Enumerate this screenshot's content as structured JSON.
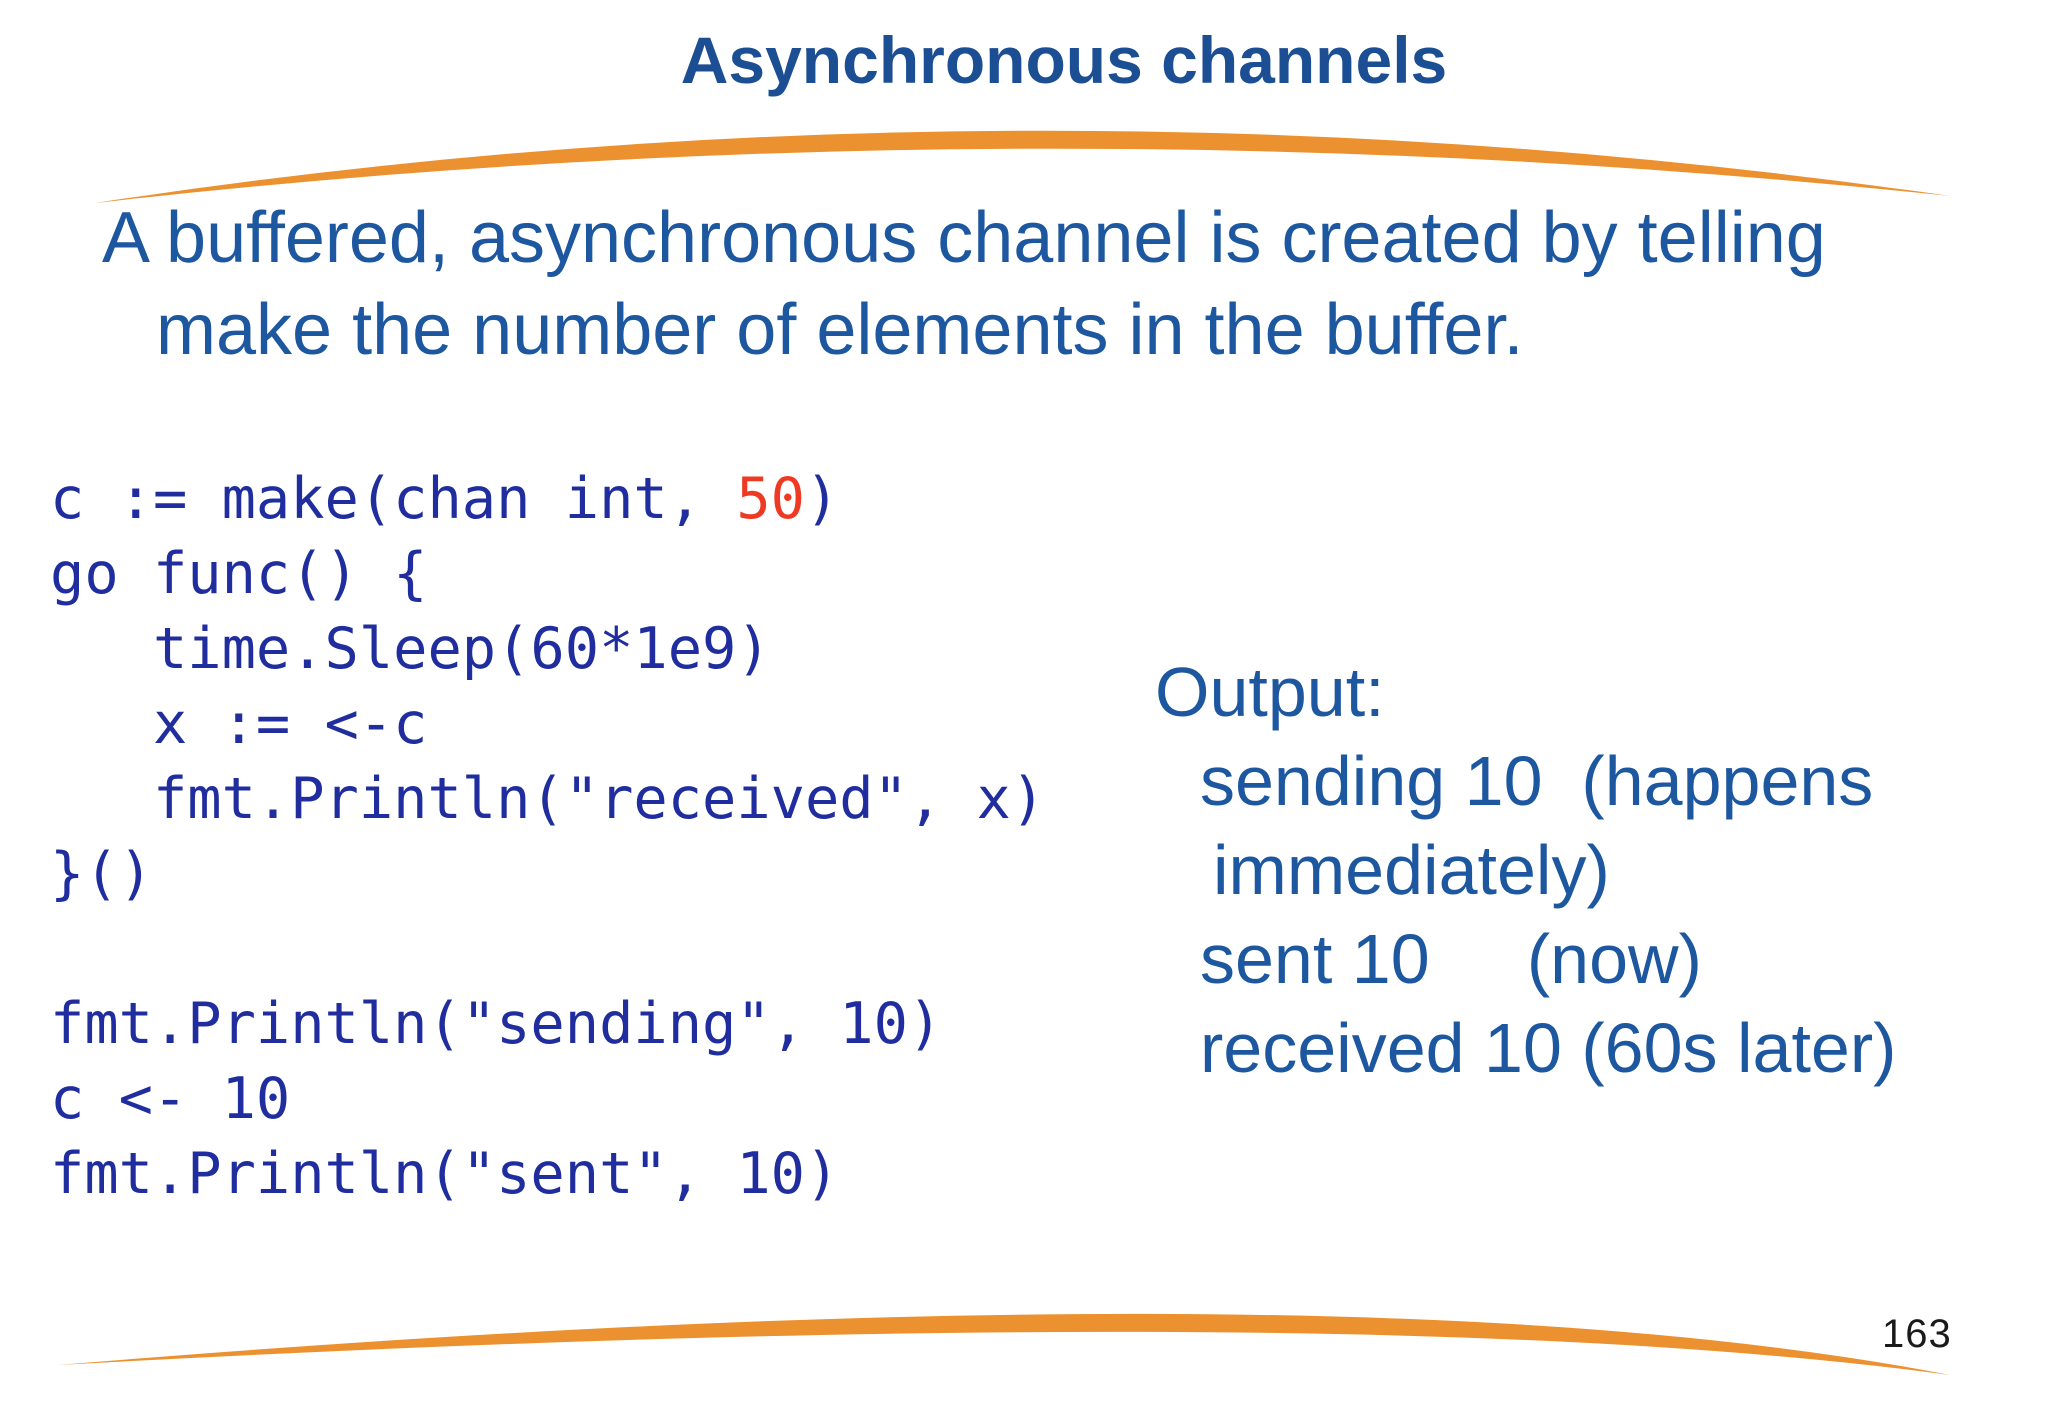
{
  "slide": {
    "title": "Asynchronous channels",
    "body_lines": [
      "A buffered, asynchronous channel is created by telling",
      "make the number of elements in the buffer."
    ],
    "page_number": "163"
  },
  "code": {
    "lines": [
      {
        "segments": [
          {
            "text": "c := make(chan int, ",
            "color": "code"
          },
          {
            "text": "50",
            "color": "red"
          },
          {
            "text": ")",
            "color": "code"
          }
        ]
      },
      {
        "segments": [
          {
            "text": "go func() {",
            "color": "code"
          }
        ]
      },
      {
        "segments": [
          {
            "text": "   time.Sleep(60*1e9)",
            "color": "code"
          }
        ]
      },
      {
        "segments": [
          {
            "text": "   x := <-c",
            "color": "code"
          }
        ]
      },
      {
        "segments": [
          {
            "text": "   fmt.Println(\"received\", x)",
            "color": "code"
          }
        ]
      },
      {
        "segments": [
          {
            "text": "}()",
            "color": "code"
          }
        ]
      },
      {
        "segments": [
          {
            "text": "",
            "color": "code"
          }
        ]
      },
      {
        "segments": [
          {
            "text": "fmt.Println(\"sending\", 10)",
            "color": "code"
          }
        ]
      },
      {
        "segments": [
          {
            "text": "c <- 10",
            "color": "code"
          }
        ]
      },
      {
        "segments": [
          {
            "text": "fmt.Println(\"sent\", 10)",
            "color": "code"
          }
        ]
      }
    ]
  },
  "output": {
    "label": "Output:",
    "lines": [
      "sending 10  (happens",
      "immediately)",
      "sent 10     (now)",
      "received 10 (60s later)"
    ]
  },
  "colors": {
    "title_blue": "#1B4E93",
    "body_blue": "#1C57A0",
    "code_blue": "#202D9E",
    "highlight_red": "#EE3A22",
    "arc_orange": "#EC9130",
    "page_number_black": "#1A1A1A"
  }
}
